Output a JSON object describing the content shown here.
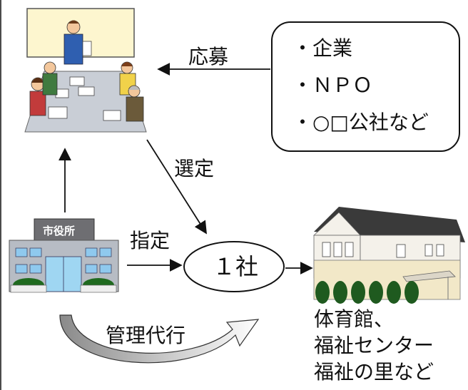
{
  "labels": {
    "apply": "応募",
    "select": "選定",
    "designate": "指定",
    "company": "１社",
    "management": "管理代行",
    "city_hall_sign": "市役所"
  },
  "applicants": [
    "・企業",
    "・ＮＰＯ",
    "・○□公社など"
  ],
  "facilities": [
    "体育館、",
    "福祉センター",
    "福祉の里など"
  ],
  "colors": {
    "line": "#111111",
    "building_blue": "#8fc9ee",
    "city_hall_gray": "#b7bcc4",
    "roof": "#333333",
    "tree": "#1f5a1f",
    "wall": "#f2e8c8"
  }
}
